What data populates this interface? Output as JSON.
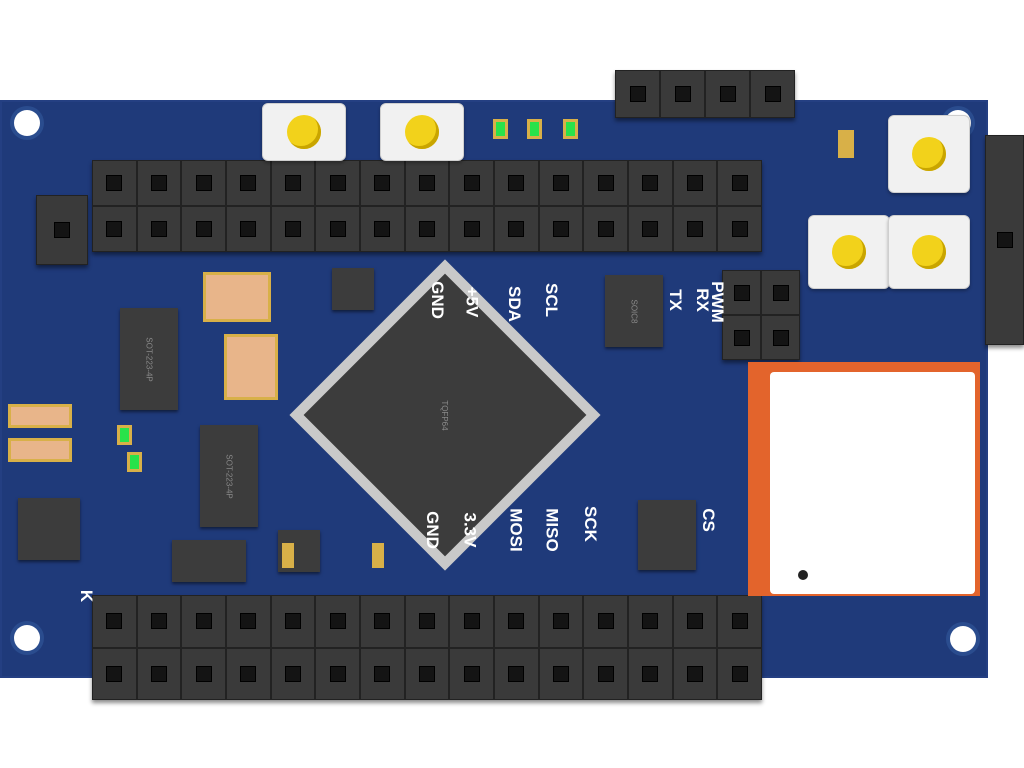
{
  "labels": {
    "gnd_top": "GND",
    "plus5v": "+5V",
    "sda": "SDA",
    "scl": "SCL",
    "tx": "TX",
    "rx": "RX",
    "pwm": "PWM",
    "gnd_bottom": "GND",
    "v33": "3.3V",
    "mosi": "MOSI",
    "miso": "MISO",
    "sck": "SCK",
    "cs": "CS",
    "sk": "K"
  },
  "packages": {
    "mcu": "TQFP64",
    "soic": "SOIC8",
    "reg1": "SOT-223-4P",
    "reg2": "SOT-223-4P"
  },
  "colors": {
    "board": "#1f3a7a",
    "header": "#2a2a2a",
    "button_cap": "#f2d21b",
    "led": "#29e24a",
    "pad": "#d8b048"
  }
}
